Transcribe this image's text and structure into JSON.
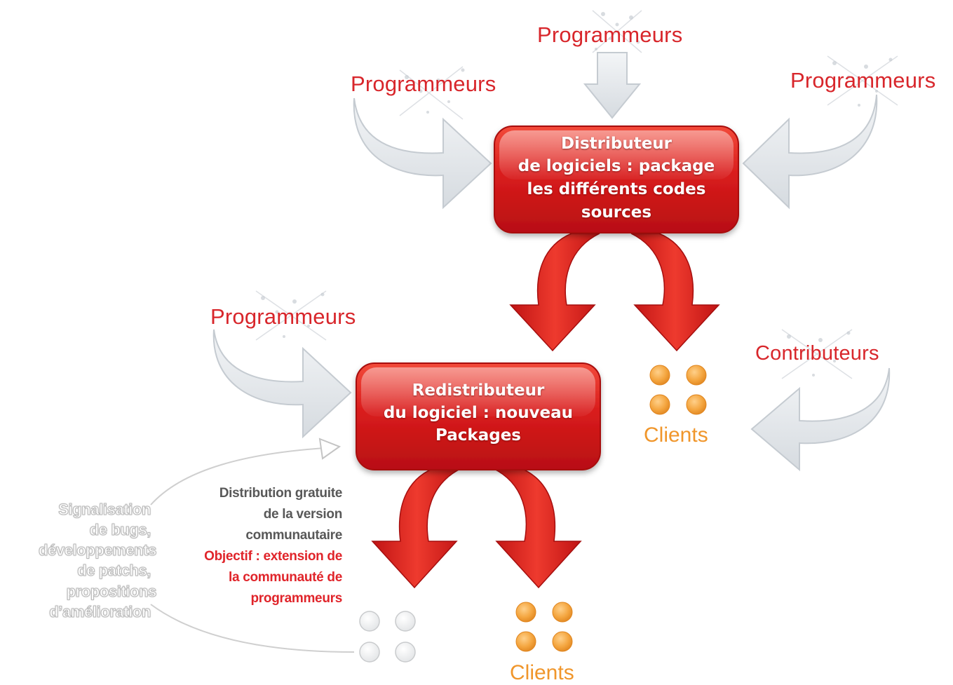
{
  "programmers": {
    "top": "Programmeurs",
    "left": "Programmeurs",
    "right": "Programmeurs",
    "lower_left": "Programmeurs"
  },
  "contributors_label": "Contributeurs",
  "distributor_box": {
    "lines": [
      "Distributeur",
      "de logiciels  : package",
      "les différents codes",
      "sources"
    ]
  },
  "redistributor_box": {
    "lines": [
      "Redistributeur",
      "du logiciel  : nouveau",
      "Packages"
    ]
  },
  "clients": {
    "upper": "Clients",
    "lower": "Clients"
  },
  "distribution_note": {
    "gray_lines": [
      "Distribution gratuite",
      "de la version",
      "communautaire"
    ],
    "red_lines": [
      "Objectif : extension de",
      "la communauté de",
      "programmeurs"
    ]
  },
  "bug_report_lines": [
    "Signalisation",
    "de bugs,",
    "développements",
    "de patchs,",
    "propositions",
    "d’amélioration"
  ],
  "colors": {
    "accent_red": "#d8262b",
    "box_red": "#d71f1f",
    "client_orange": "#f0962b",
    "arrow_gray": "#e3e7eb"
  }
}
